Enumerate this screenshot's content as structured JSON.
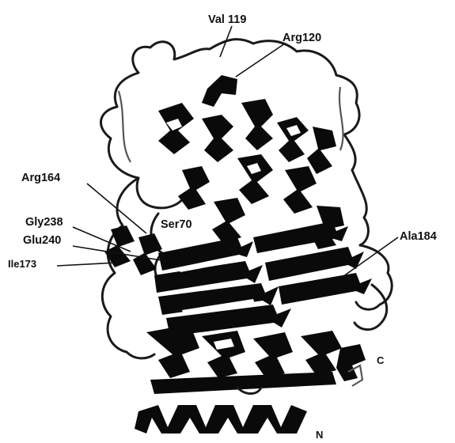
{
  "labels": {
    "val119": "Val 119",
    "arg120": "Arg120",
    "arg164": "Arg164",
    "ser70": "Ser70",
    "gly238": "Gly238",
    "glu240": "Glu240",
    "ile173": "Ile173",
    "ala184": "Ala184",
    "c_term": "C",
    "n_term": "N"
  },
  "colors": {
    "background": "#ffffff",
    "ribbon": "#0a0a0a",
    "text": "#111111"
  }
}
